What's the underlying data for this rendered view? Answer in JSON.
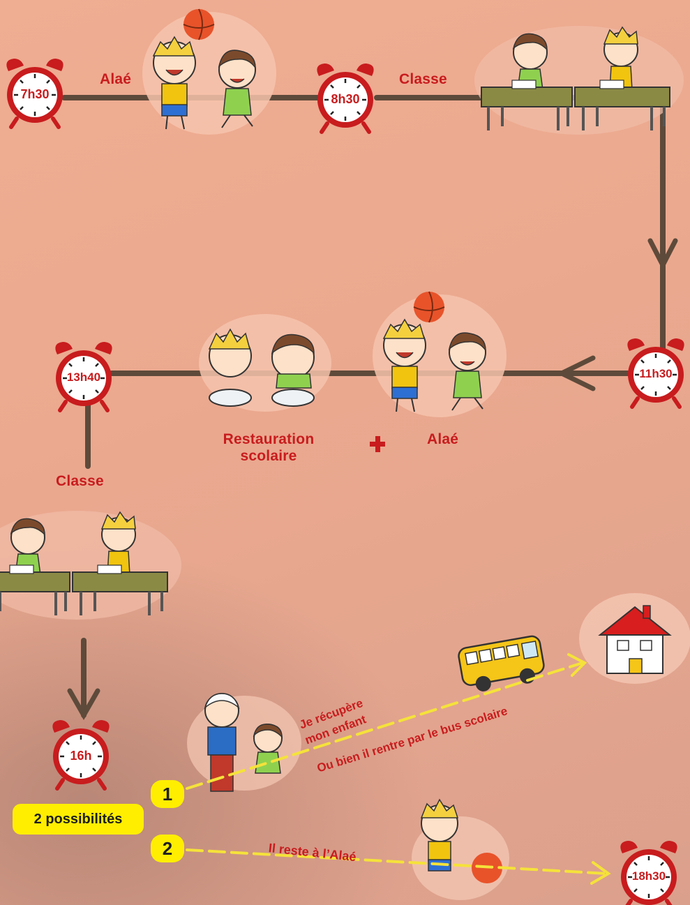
{
  "times": {
    "t0730": "7h30",
    "t0830": "8h30",
    "t1130": "11h30",
    "t1340": "13h40",
    "t1600": "16h",
    "t1830": "18h30"
  },
  "labels": {
    "alae_morning": "Alaé",
    "classe_morning": "Classe",
    "restauration": "Restauration scolaire",
    "plus": "+",
    "alae_noon": "Alaé",
    "classe_afternoon": "Classe"
  },
  "options": {
    "heading": "2 possibilités",
    "option1_badge": "1",
    "option1_line1": "Je récupère",
    "option1_line2": "mon enfant",
    "option1_alt": "Ou bien il rentre par le bus scolaire",
    "option2_badge": "2",
    "option2_text": "Il reste à l’Alaé"
  },
  "colors": {
    "accent_red": "#c81c1e",
    "line_brown": "#5e4a3a",
    "highlight_yellow": "#ffee00",
    "dash_yellow": "#f5e23a"
  }
}
